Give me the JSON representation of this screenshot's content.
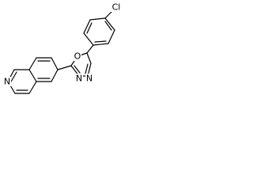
{
  "structure": {
    "atoms": {
      "chlorine": "Cl",
      "ring_oxygen": "O",
      "ring_nitrogen_left": "N",
      "ring_nitrogen_right": "N",
      "quinoline_nitrogen": "N"
    }
  }
}
